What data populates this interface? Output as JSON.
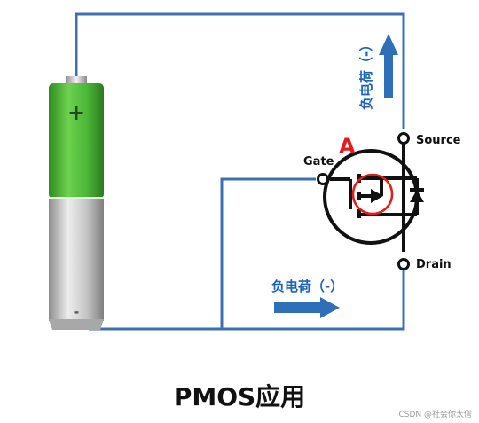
{
  "title": "PMOS应用",
  "watermark": "CSDN @社会你太僧",
  "mosfet": {
    "node_label": "A",
    "gate_label": "Gate",
    "source_label": "Source",
    "drain_label": "Drain"
  },
  "battery": {
    "plus_sign": "+",
    "minus_sign": "-"
  },
  "arrows": {
    "vertical_label": "负电荷（-）",
    "horizontal_label": "负电荷（-）"
  },
  "colors": {
    "wire": "#3f6fb3",
    "arrow": "#2f6fb7",
    "label_blue": "#1c63b7",
    "highlight_red": "#e21b1b",
    "battery_green": "#4caf37",
    "battery_silver": "#bdbdbd"
  }
}
